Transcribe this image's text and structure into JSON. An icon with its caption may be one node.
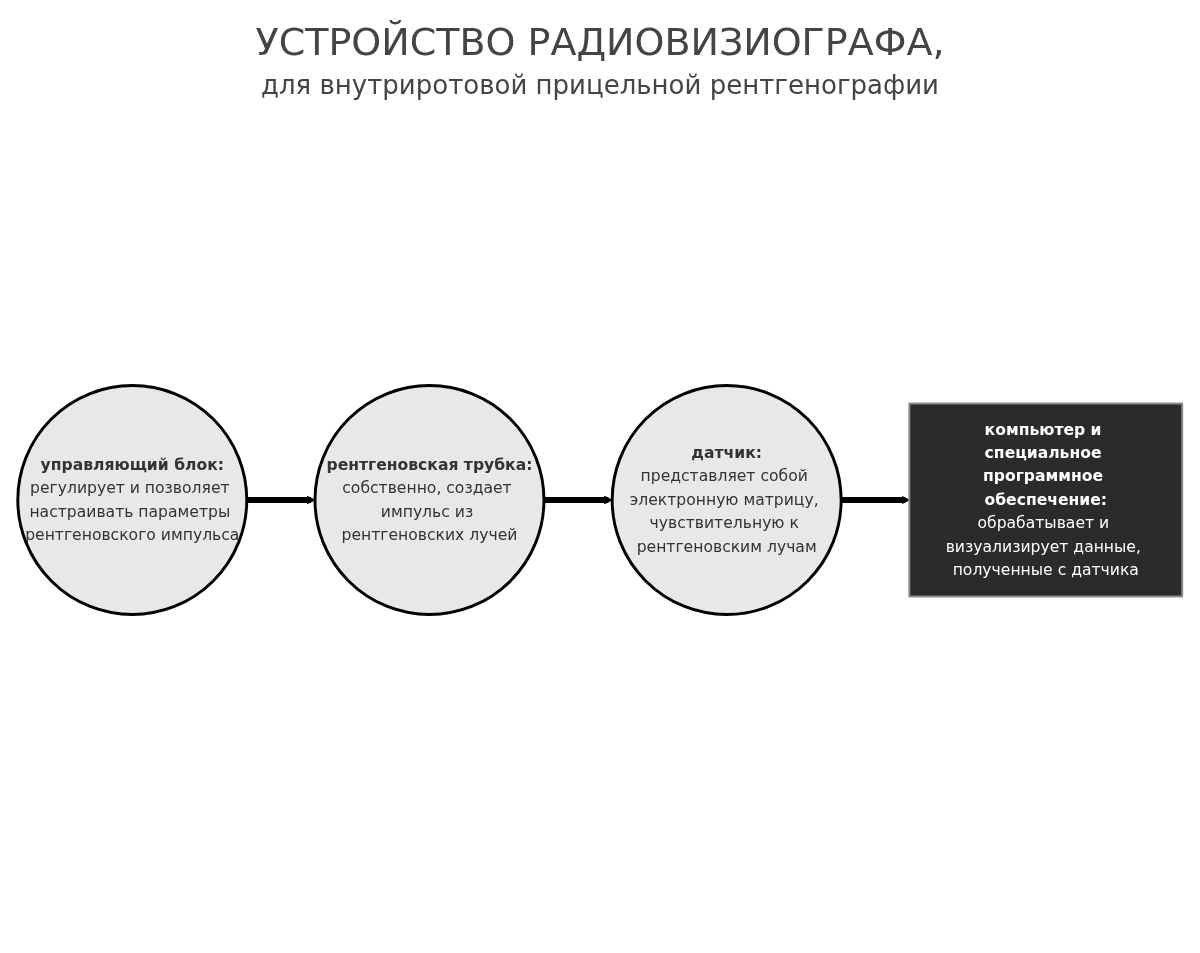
{
  "diagram": {
    "title": "УСТРОЙСТВО РАДИОВИЗИОГРАФА,",
    "nodes": [
      {
        "text": [
          "рентгеновская трубка:",
          "собственно, создает импульс из рентгеновских лучей"
        ]
      },
      {
        "text": [
          "датчик:",
          "представляет собой электронную матрицу, чувствительную к рентгеновским лучам"
        ]
      },
      {
        "text": [
          "управляющий блок:",
          "регулирует и позволяет настраивать параметры рентгеновского импульса"
        ]
      },
      {
        "text": [
          "компьютер и специальное программное обеспечение:",
          "обрабатывает и визуализирует данные, полученные с датчика"
        ]
      }
    ],
    "edges": [
      {
        "from": 0,
        "to": 1,
        "arrow": "to"
      },
      {
        "from": 1,
        "to": 3,
        "arrow": "to"
      },
      {
        "from": 2,
        "to": 0,
        "arrow": "to"
      }
    ],
    "labels": [
      "для внутриротовой прицельной рентгенографии"
    ]
  }
}
